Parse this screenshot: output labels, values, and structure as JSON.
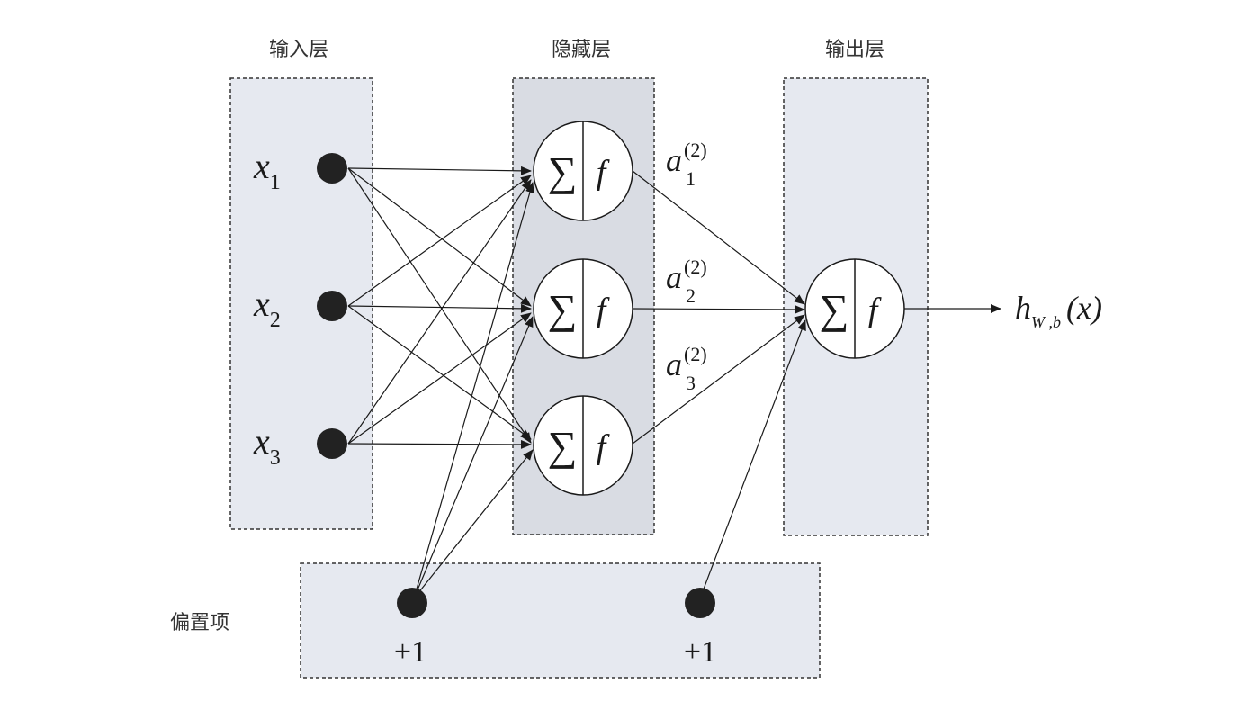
{
  "layers": {
    "input": "输入层",
    "hidden": "隐藏层",
    "output": "输出层",
    "bias": "偏置项"
  },
  "inputs": [
    {
      "var": "x",
      "sub": "1"
    },
    {
      "var": "x",
      "sub": "2"
    },
    {
      "var": "x",
      "sub": "3"
    }
  ],
  "neuron": {
    "sum_symbol": "∑",
    "func_symbol": "f"
  },
  "activations": [
    {
      "var": "a",
      "sup": "(2)",
      "sub": "1"
    },
    {
      "var": "a",
      "sup": "(2)",
      "sub": "2"
    },
    {
      "var": "a",
      "sup": "(2)",
      "sub": "3"
    }
  ],
  "output_label": {
    "var": "h",
    "sub": "W ,b",
    "arg": "(x)"
  },
  "bias_units": [
    "+1",
    "+1"
  ],
  "colors": {
    "panel_fill": "#e6e9f0",
    "panel_fill_dark": "#d9dce3",
    "node_fill": "#222222",
    "line": "#1a1a1a"
  }
}
